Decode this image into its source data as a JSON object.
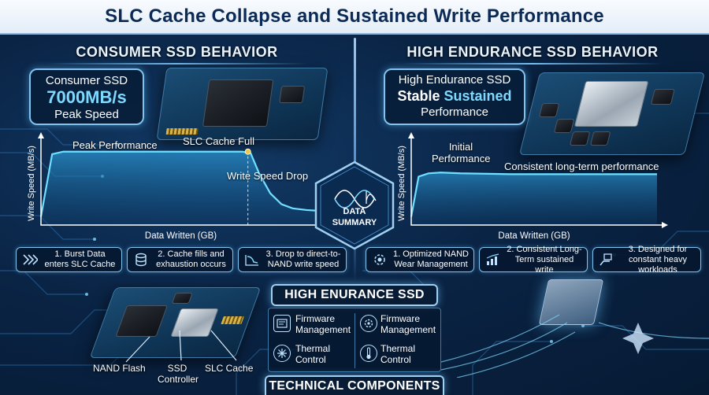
{
  "title": "SLC Cache Collapse and Sustained Write Performance",
  "left_panel": {
    "title": "CONSUMER SSD BEHAVIOR",
    "spec": {
      "line1": "Consumer SSD",
      "big": "7000MB/s",
      "line3": "Peak Speed"
    },
    "annotations": {
      "peak": "Peak Performance",
      "cache_full": "SLC Cache Full",
      "drop": "Write Speed Drop"
    },
    "steps": [
      {
        "icon": "chevrons-icon",
        "text": "1. Burst Data enters SLC Cache"
      },
      {
        "icon": "database-icon",
        "text": "2. Cache fills and exhaustion occurs"
      },
      {
        "icon": "drop-curve-icon",
        "text": "3. Drop to direct-to-NAND write speed"
      }
    ]
  },
  "right_panel": {
    "title": "HIGH ENDURANCE SSD BEHAVIOR",
    "spec": {
      "line1": "High Endurance SSD",
      "big_a": "Stable",
      "big_b": "Sustained",
      "line3": "Performance"
    },
    "annotations": {
      "initial": "Initial Performance",
      "consistent": "Consistent long-term performance"
    },
    "steps": [
      {
        "icon": "gear-chip-icon",
        "text": "1. Optimized NAND Wear Management"
      },
      {
        "icon": "bar-chart-icon",
        "text": "2. Consistent Long-Term sustained write"
      },
      {
        "icon": "hand-chip-icon",
        "text": "3. Designed for constant heavy workloads"
      }
    ]
  },
  "hexagon": {
    "line1": "DATA",
    "line2": "SUMMARY"
  },
  "bottom": {
    "section_title": "HIGH ENURANCE SSD",
    "features_left": [
      "Firmware Management",
      "Thermal Control"
    ],
    "features_right": [
      "Firmware Management",
      "Thermal Control"
    ],
    "components": {
      "nand": "NAND Flash",
      "controller": "SSD Controller",
      "slc": "SLC Cache"
    },
    "footer": "TECHNICAL COMPONENTS"
  },
  "chart_data": [
    {
      "type": "line",
      "xlabel": "Data Written (GB)",
      "ylabel": "Write Speed (MB/s)",
      "x": [
        0,
        0.04,
        0.08,
        0.72,
        0.75,
        0.78,
        0.82,
        0.86,
        0.9,
        0.95,
        1.0
      ],
      "values": [
        0.1,
        0.85,
        0.88,
        0.88,
        0.86,
        0.62,
        0.38,
        0.25,
        0.2,
        0.18,
        0.17
      ],
      "xlim": [
        0,
        1
      ],
      "ylim": [
        0,
        1
      ],
      "grid": false
    },
    {
      "type": "line",
      "xlabel": "Data Written (GB)",
      "ylabel": "Write Speed (MB/s)",
      "x": [
        0,
        0.03,
        0.07,
        0.12,
        0.2,
        0.4,
        0.6,
        0.8,
        1.0
      ],
      "values": [
        0.1,
        0.58,
        0.62,
        0.63,
        0.62,
        0.61,
        0.61,
        0.61,
        0.61
      ],
      "xlim": [
        0,
        1
      ],
      "ylim": [
        0,
        1
      ],
      "grid": false
    }
  ],
  "colors": {
    "accent": "#7fd9ff",
    "curve": "#6fe0ff",
    "fill": "#1f7fb8",
    "gold": "#f2c44b",
    "header_text": "#0b2a55"
  }
}
